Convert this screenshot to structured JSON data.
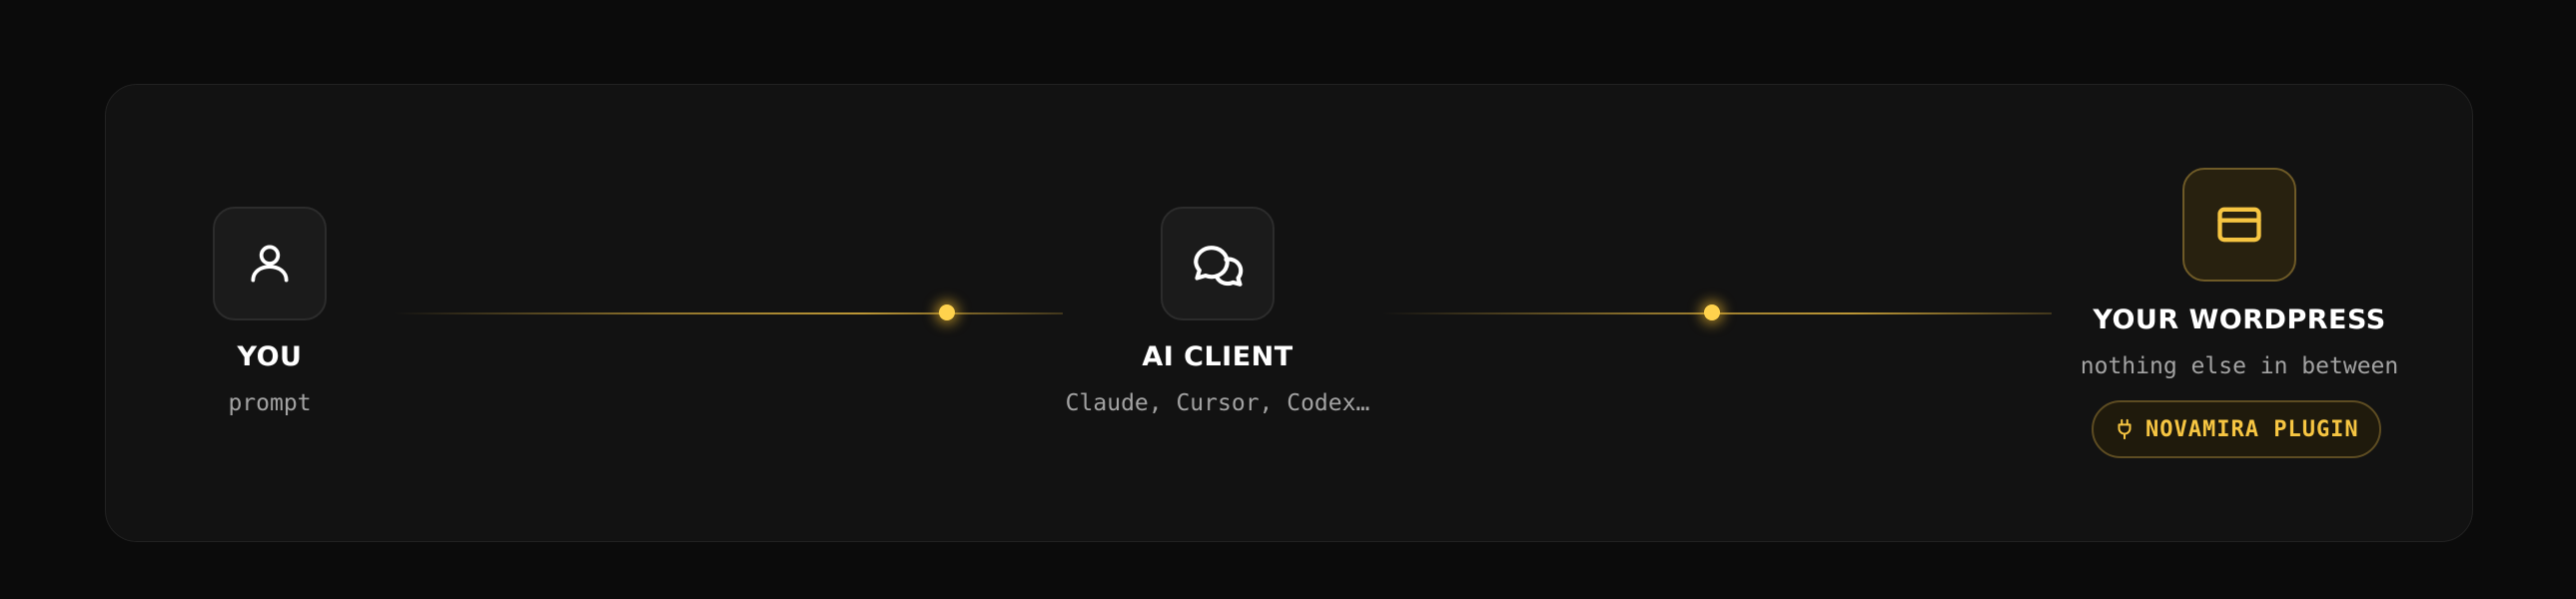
{
  "nodes": [
    {
      "title": "YOU",
      "subtitle": "prompt",
      "icon": "user-icon"
    },
    {
      "title": "AI CLIENT",
      "subtitle": "Claude, Cursor, Codex…",
      "icon": "chat-bubbles-icon"
    },
    {
      "title": "YOUR WORDPRESS",
      "subtitle": "nothing else in between",
      "icon": "browser-window-icon"
    }
  ],
  "badge": {
    "label": "NOVAMIRA PLUGIN",
    "icon": "plug-icon"
  },
  "colors": {
    "background": "#0b0b0b",
    "card": "#121212",
    "accent": "#f6c542",
    "title": "#ffffff",
    "subtitle": "#a3a3a3"
  }
}
